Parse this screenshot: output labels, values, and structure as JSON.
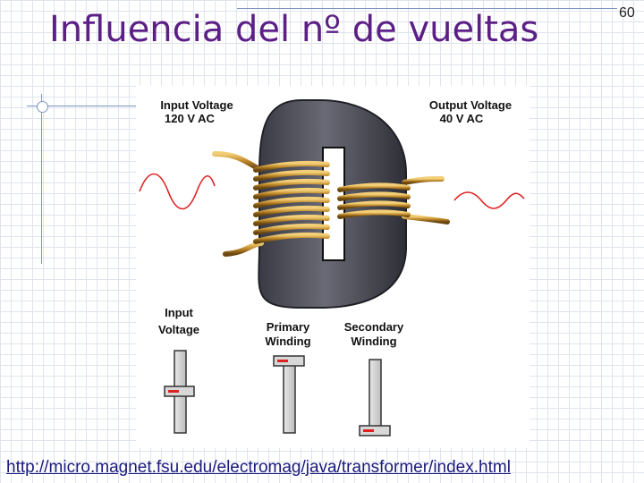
{
  "slide": {
    "title": "Influencia del nº de vueltas",
    "number": "60",
    "link": "http://micro.magnet.fsu.edu/electromag/java/transformer/index.html"
  },
  "figure": {
    "input_voltage_label": "Input Voltage",
    "input_voltage_value": "120 V AC",
    "output_voltage_label": "Output Voltage",
    "output_voltage_value": "40 V AC",
    "slider_input_line1": "Input",
    "slider_input_line2": "Voltage",
    "slider_primary_line1": "Primary",
    "slider_primary_line2": "Winding",
    "slider_secondary_line1": "Secondary",
    "slider_secondary_line2": "Winding"
  }
}
